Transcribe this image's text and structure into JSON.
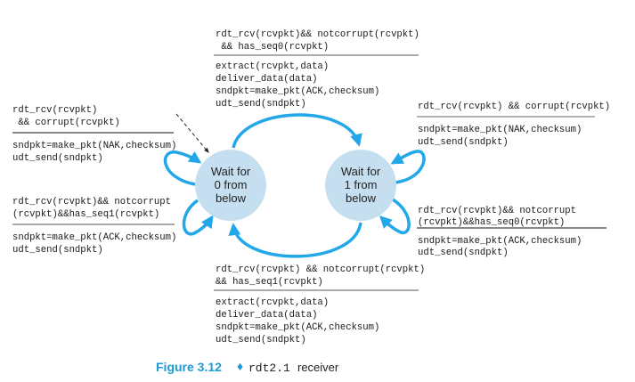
{
  "colors": {
    "arrow": "#22a7e8",
    "state_fill": "#c6dff0",
    "caption": "#1b9ad6"
  },
  "states": [
    {
      "lines": [
        "Wait for",
        "0 from",
        "below"
      ]
    },
    {
      "lines": [
        "Wait for",
        "1 from",
        "below"
      ]
    }
  ],
  "transitions": {
    "top": {
      "event": [
        "rdt_rcv(rcvpkt)&& notcorrupt(rcvpkt)",
        " && has_seq0(rcvpkt)"
      ],
      "actions": [
        "extract(rcvpkt,data)",
        "deliver_data(data)",
        "sndpkt=make_pkt(ACK,checksum)",
        "udt_send(sndpkt)"
      ]
    },
    "left_top": {
      "event": [
        "rdt_rcv(rcvpkt)",
        " && corrupt(rcvpkt)"
      ],
      "actions": [
        "sndpkt=make_pkt(NAK,checksum)",
        "udt_send(sndpkt)"
      ]
    },
    "left_bottom": {
      "event": [
        "rdt_rcv(rcvpkt)&& notcorrupt",
        "(rcvpkt)&&has_seq1(rcvpkt)"
      ],
      "actions": [
        "sndpkt=make_pkt(ACK,checksum)",
        "udt_send(sndpkt)"
      ]
    },
    "right_top": {
      "event": [
        "rdt_rcv(rcvpkt) && corrupt(rcvpkt)"
      ],
      "actions": [
        "sndpkt=make_pkt(NAK,checksum)",
        "udt_send(sndpkt)"
      ]
    },
    "right_bottom": {
      "event": [
        "rdt_rcv(rcvpkt)&& notcorrupt",
        "(rcvpkt)&&has_seq0(rcvpkt)"
      ],
      "actions": [
        "sndpkt=make_pkt(ACK,checksum)",
        "udt_send(sndpkt)"
      ]
    },
    "bottom": {
      "event": [
        "rdt_rcv(rcvpkt) && notcorrupt(rcvpkt)",
        "&& has_seq1(rcvpkt)"
      ],
      "actions": [
        "extract(rcvpkt,data)",
        "deliver_data(data)",
        "sndpkt=make_pkt(ACK,checksum)",
        "udt_send(sndpkt)"
      ]
    }
  },
  "caption": {
    "figure": "Figure 3.12",
    "separator": "♦",
    "code": "rdt2.1",
    "text": "receiver"
  }
}
